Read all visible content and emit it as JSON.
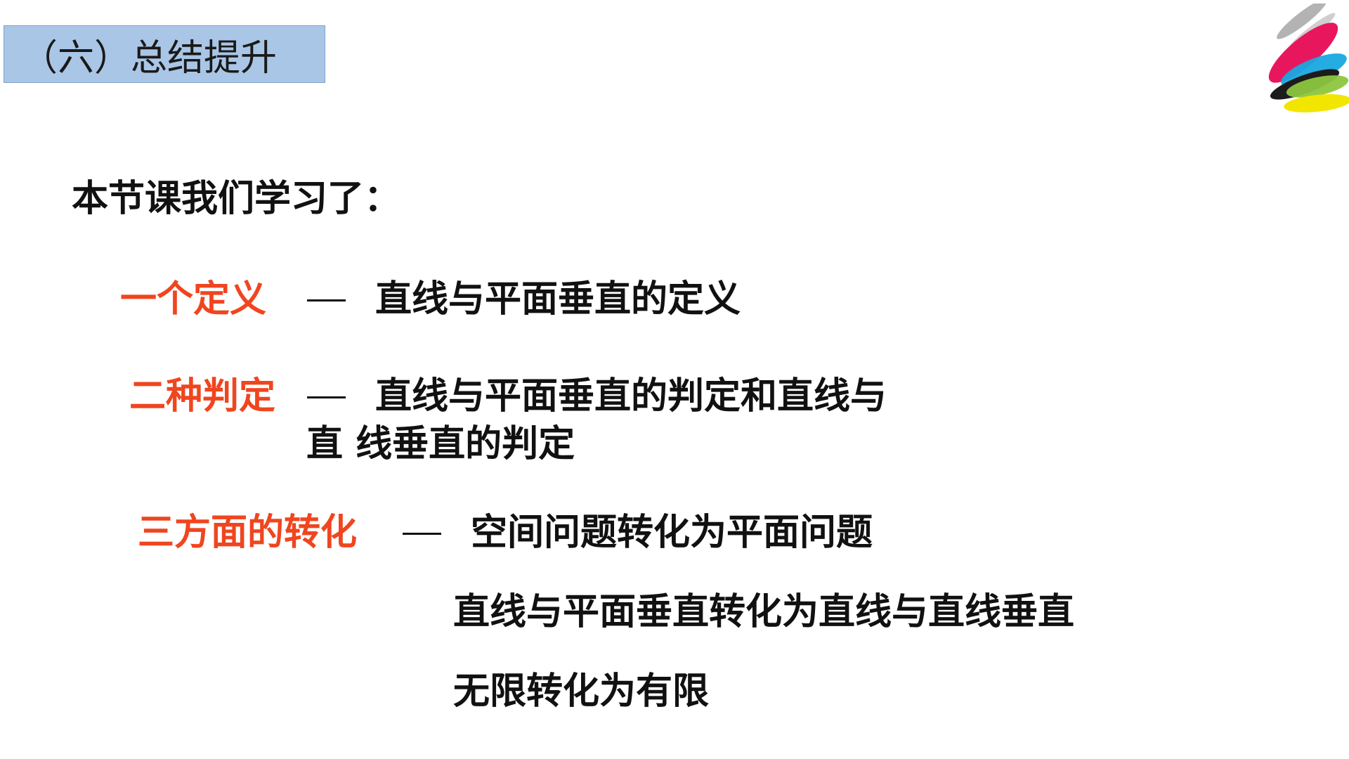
{
  "header": {
    "title": "（六）总结提升"
  },
  "logo": {
    "icon": "colorful-brush-strokes-logo",
    "colors": [
      "#b0b0b0",
      "#e8175d",
      "#19a8e0",
      "#8dc63f",
      "#f2e500",
      "#1c1c1c"
    ]
  },
  "content": {
    "intro": "本节课我们学习了：",
    "items": [
      {
        "label": "一个定义",
        "desc_lines": [
          "直线与平面垂直的定义"
        ]
      },
      {
        "label": "二种判定",
        "desc_lines": [
          "直线与平面垂直的判定和直线与",
          "直 线垂直的判定"
        ]
      },
      {
        "label": "三方面的转化",
        "desc_lines": [
          "空间问题转化为平面问题",
          "直线与平面垂直转化为直线与直线垂直",
          "无限转化为有限"
        ]
      }
    ]
  },
  "colors": {
    "accent_red": "#f0451f",
    "title_bg": "#a9c6e6",
    "text": "#111111"
  }
}
